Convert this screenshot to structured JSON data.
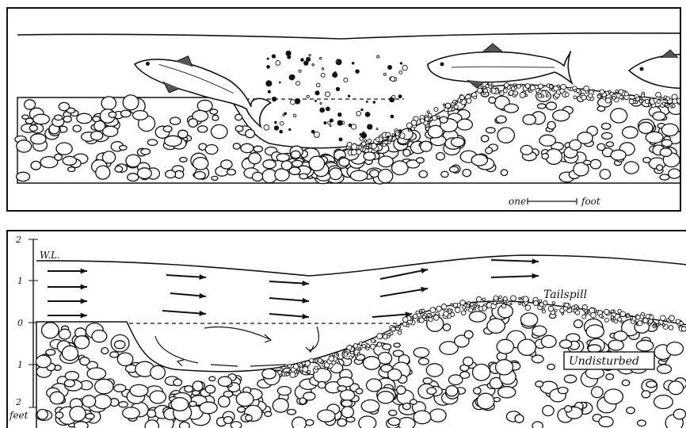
{
  "top_panel": {
    "scale_left": "one",
    "scale_right": "foot"
  },
  "bottom_panel": {
    "wl_label": "W.L.",
    "tailspill_label": "Tailspill",
    "undisturbed_label": "Undisturbed",
    "depth_unit": "feet",
    "depth_ticks": [
      "2",
      "1",
      "0",
      "1",
      "2"
    ]
  },
  "colors": {
    "ink": "#111111",
    "paper": "#ffffff"
  },
  "icons": [
    "fish-icon",
    "arrow-icon",
    "eddy-arrow-icon"
  ]
}
